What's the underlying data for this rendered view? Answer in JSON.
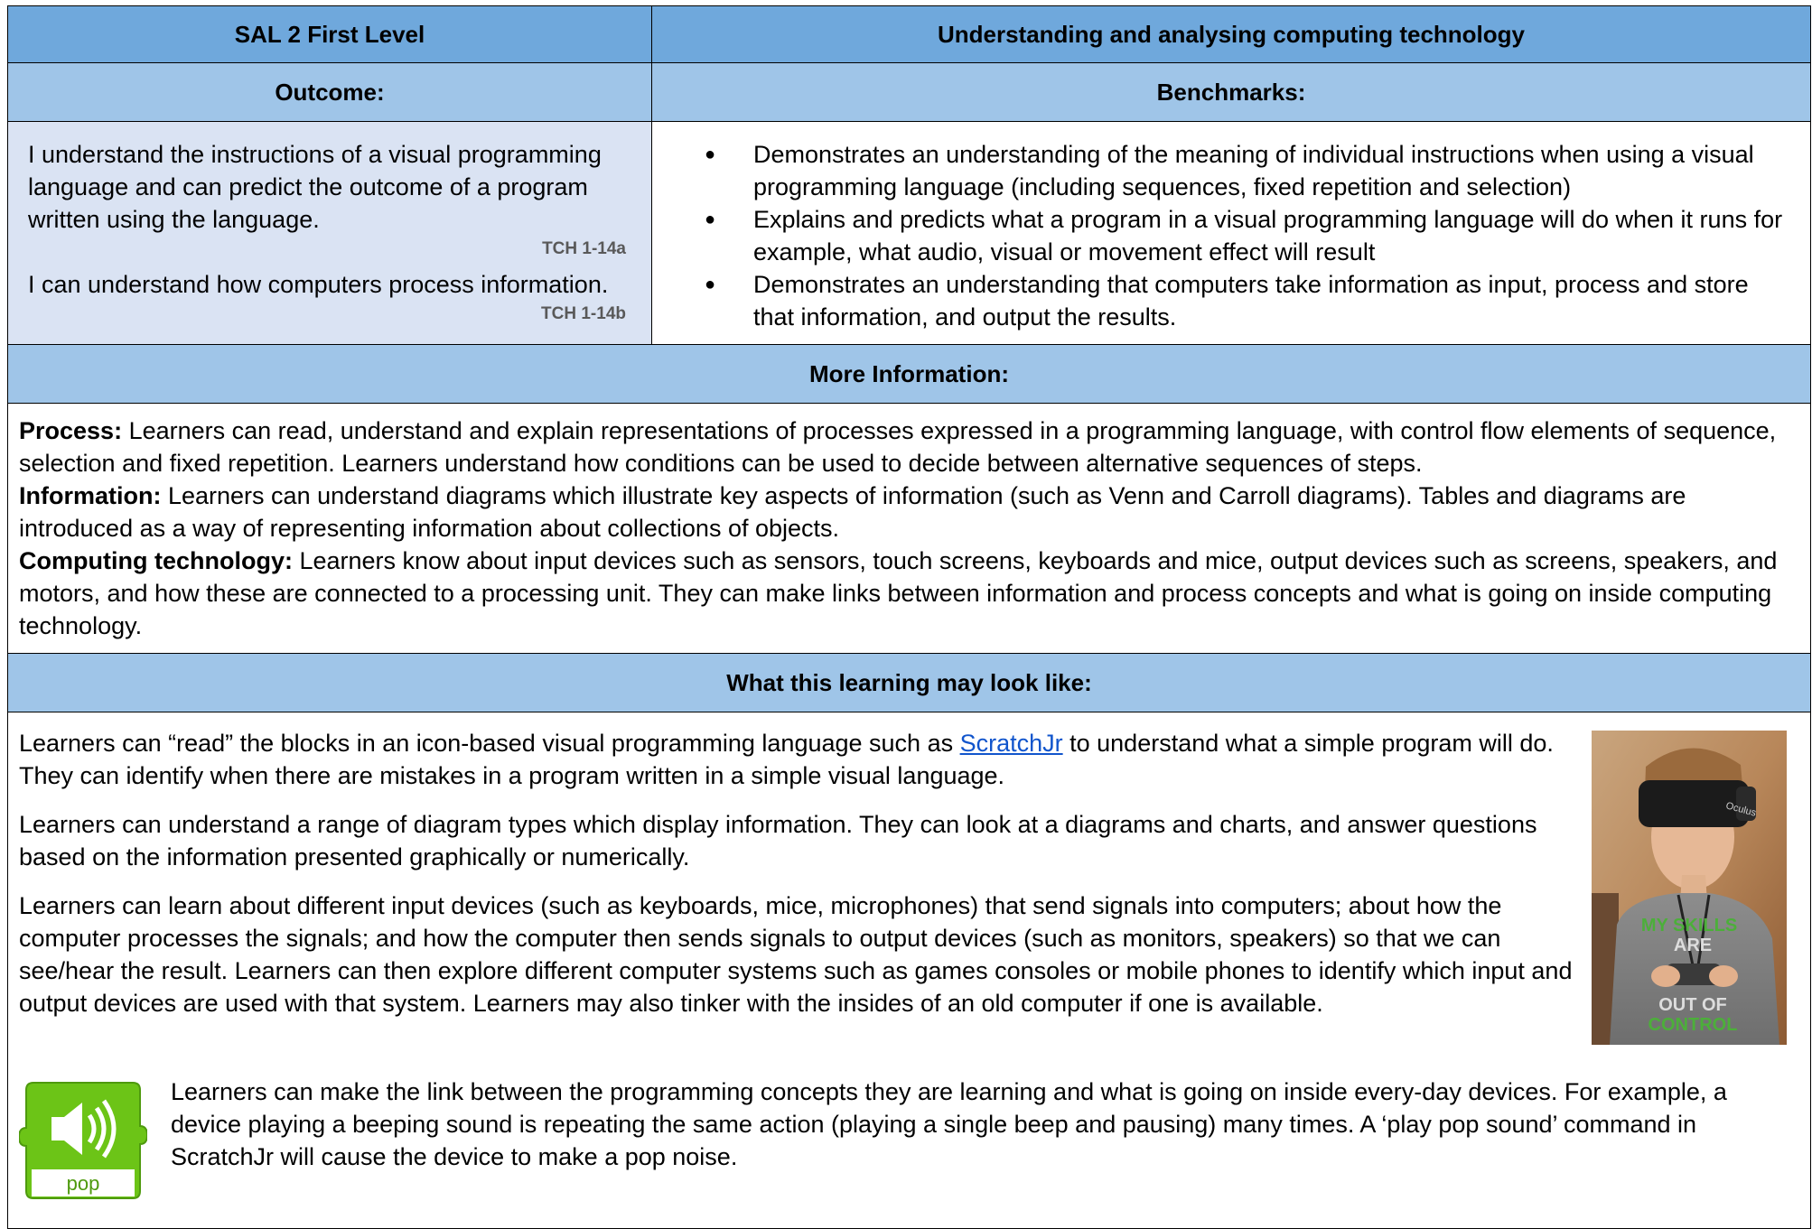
{
  "header": {
    "level": "SAL 2 First Level",
    "title": "Understanding and analysing computing technology"
  },
  "columns": {
    "outcome": "Outcome:",
    "benchmarks": "Benchmarks:"
  },
  "outcomes": [
    {
      "text": "I understand the instructions of a visual programming language and can predict the outcome of a program written using the language.",
      "code": "TCH 1-14a"
    },
    {
      "text": "I can understand how computers process information.",
      "code": "TCH 1-14b"
    }
  ],
  "benchmarks": [
    "Demonstrates an understanding of the meaning of individual instructions when using a visual programming language (including sequences, fixed repetition and selection)",
    "Explains and predicts what a program in a visual programming language will do when it runs for example, what audio, visual or movement effect will result",
    "Demonstrates an understanding that computers take information as input, process and store that information, and output the results."
  ],
  "bullet_glyph": "●",
  "more_info": {
    "heading": "More Information:",
    "items": [
      {
        "label": "Process:",
        "text": " Learners can read, understand and explain representations of processes expressed in a programming language, with control flow elements of sequence, selection and fixed repetition.  Learners understand how conditions can be used to decide between alternative sequences of steps."
      },
      {
        "label": "Information:",
        "text": " Learners can understand diagrams which illustrate key aspects of information (such as Venn and Carroll diagrams).  Tables and diagrams are introduced as a way of representing information about collections of objects."
      },
      {
        "label": "Computing technology:",
        "text": " Learners know about input devices such as sensors, touch screens, keyboards and mice, output devices such as screens, speakers, and motors, and how these are connected to a processing unit.  They can make links between information and process concepts and what is going on inside computing technology."
      }
    ]
  },
  "look_like": {
    "heading": "What this learning may look like:",
    "p1_before": "Learners can “read” the blocks in an icon-based visual programming language such as ",
    "p1_link": "ScratchJr",
    "p1_after": " to understand what a simple program will do. They can identify when there are mistakes in a program written in a simple visual language.",
    "p2": "Learners can understand a range of diagram types which display information.  They can look at a diagrams and charts, and answer questions based on the information presented graphically or numerically.",
    "p3": "Learners can learn about different input devices (such as keyboards, mice, microphones) that send signals into computers; about how the computer processes the signals; and how the computer then sends signals to output devices (such as monitors, speakers) so that we can see/hear the result.  Learners can then explore different computer systems such as games consoles or mobile phones to identify which input and output devices are used with that system.  Learners may also tinker with the insides of an old computer if one is available.",
    "p4": "Learners can make the link between the programming concepts they are learning and what is going on inside every-day devices.  For example, a device playing a beeping sound is repeating the same action (playing a single beep and pausing) many times.  A ‘play pop sound’ command in ScratchJr will cause the device to make a pop noise."
  },
  "photo": {
    "headset_text": "Oculus",
    "shirt_lines": [
      "MY SKILLS",
      "ARE",
      "OUT OF",
      "CONTROL"
    ]
  },
  "pop_block": {
    "label": "pop",
    "color": "#6cc417"
  },
  "colors": {
    "header_dark": "#6fa8dc",
    "header_light": "#9fc5e8",
    "outcome_bg": "#dae3f3",
    "link": "#1155cc"
  }
}
